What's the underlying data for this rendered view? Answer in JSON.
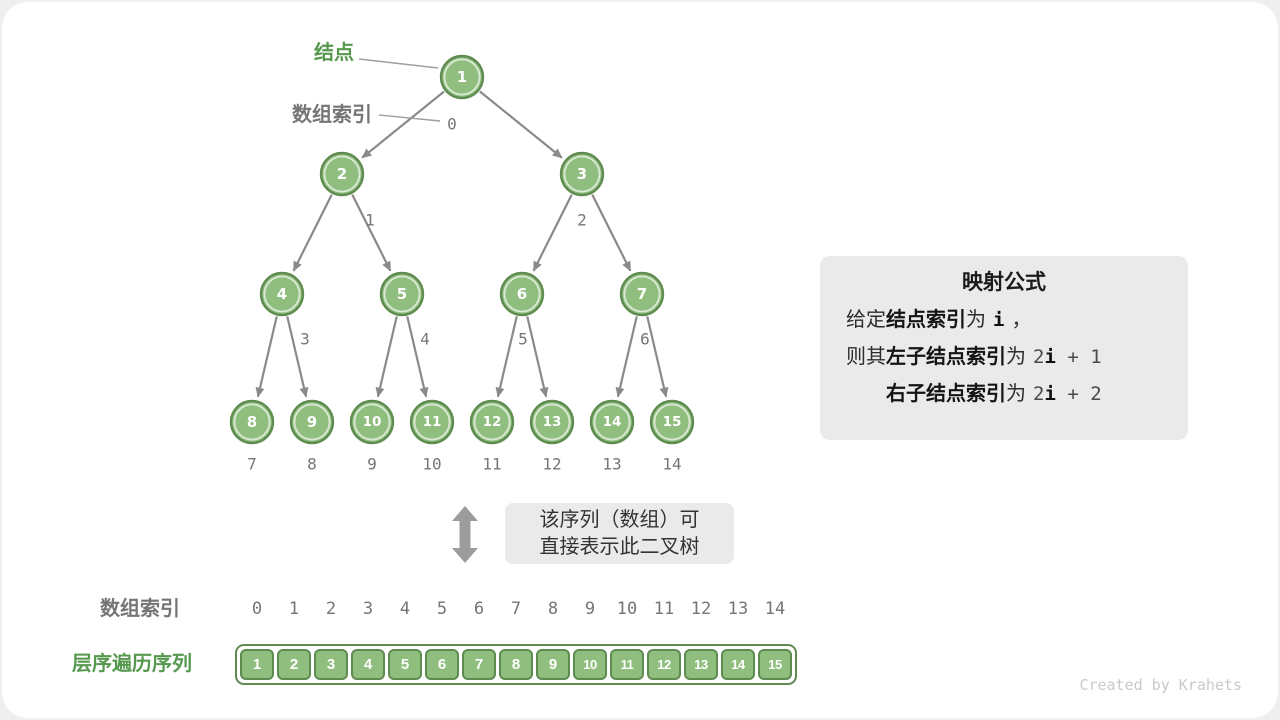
{
  "page": {
    "watermark": "Created by Krahets"
  },
  "labels": {
    "node_pointer": "结点",
    "array_index_pointer": "数组索引",
    "bottom_array_index": "数组索引",
    "level_order": "层序遍历序列"
  },
  "tree": {
    "node_values": [
      "1",
      "2",
      "3",
      "4",
      "5",
      "6",
      "7",
      "8",
      "9",
      "10",
      "11",
      "12",
      "13",
      "14",
      "15"
    ],
    "index_labels": [
      "0",
      "1",
      "2",
      "3",
      "4",
      "5",
      "6",
      "7",
      "8",
      "9",
      "10",
      "11",
      "12",
      "13",
      "14"
    ]
  },
  "formula_box": {
    "title": "映射公式",
    "line1": {
      "pre": "给定",
      "bold": "结点索引",
      "mid": "为",
      "code": "i",
      "post": "，"
    },
    "line2": {
      "pre": "则其",
      "bold": "左子结点索引",
      "mid": "为",
      "code_pre": "2",
      "code_i": "i",
      "code_post": " + 1"
    },
    "line3": {
      "bold": "右子结点索引",
      "mid": "为",
      "code_pre": "2",
      "code_i": "i",
      "code_post": " + 2"
    }
  },
  "note_box": {
    "line1": "该序列（数组）可",
    "line2": "直接表示此二叉树"
  },
  "array_row": {
    "indices": [
      "0",
      "1",
      "2",
      "3",
      "4",
      "5",
      "6",
      "7",
      "8",
      "9",
      "10",
      "11",
      "12",
      "13",
      "14"
    ],
    "values": [
      "1",
      "2",
      "3",
      "4",
      "5",
      "6",
      "7",
      "8",
      "9",
      "10",
      "11",
      "12",
      "13",
      "14",
      "15"
    ]
  },
  "colors": {
    "node_fill": "#8FBE7E",
    "node_border": "#5E8B4F",
    "accent_green": "#56994E",
    "gray_label": "#757575",
    "edge_gray": "#8A8A8A",
    "box_bg": "#EAEAEA"
  }
}
